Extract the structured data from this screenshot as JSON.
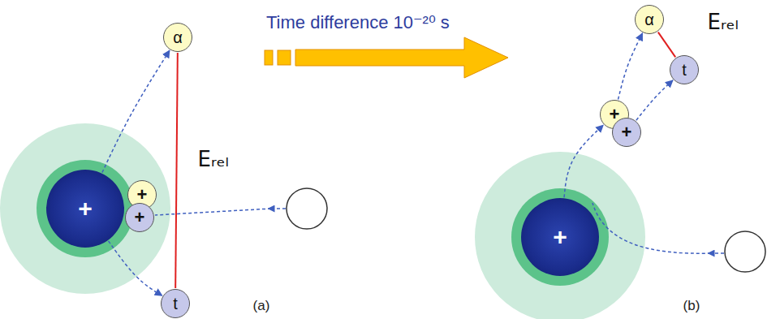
{
  "diagram": {
    "nodes": [
      {
        "text": [
          "α"
        ]
      },
      {
        "text": [
          "+"
        ]
      },
      {
        "text": [
          "+"
        ]
      },
      {
        "text": [
          "+"
        ]
      },
      {
        "text": [
          "t"
        ]
      },
      {
        "text": [
          "α"
        ]
      },
      {
        "text": [
          "t"
        ]
      },
      {
        "text": [
          "+"
        ]
      },
      {
        "text": [
          "+"
        ]
      },
      {
        "text": [
          "+"
        ]
      }
    ],
    "edges": [
      {
        "from": 1,
        "to": 0,
        "arrow": "to"
      },
      {
        "from": 1,
        "to": 4,
        "arrow": "to"
      },
      {
        "from": 4,
        "to": 0,
        "arrow": "none",
        "label": "Eᵣₑₗ"
      },
      {
        "from": 9,
        "to": 7,
        "arrow": "to"
      },
      {
        "from": 7,
        "to": 5,
        "arrow": "to"
      },
      {
        "from": 8,
        "to": 6,
        "arrow": "to"
      },
      {
        "from": 6,
        "to": 5,
        "arrow": "none",
        "label": "Eᵣₑₗ"
      }
    ],
    "labels": [
      "Time difference 10⁻²⁰ s",
      "(a)",
      "(b)"
    ]
  }
}
